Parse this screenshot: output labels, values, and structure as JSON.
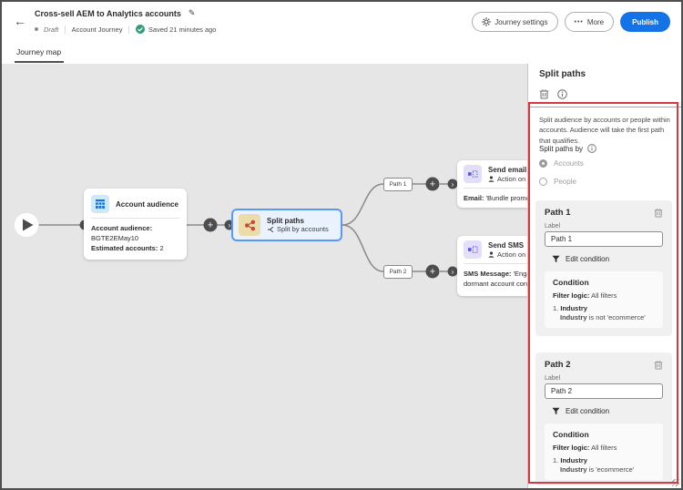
{
  "header": {
    "title": "Cross-sell AEM to Analytics accounts",
    "status": "Draft",
    "journey_type": "Account Journey",
    "saved_text": "Saved 21 minutes ago",
    "journey_settings_label": "Journey settings",
    "more_dots": "•••",
    "more_label": "More",
    "publish_label": "Publish"
  },
  "tabs": {
    "journey_map": "Journey map"
  },
  "canvas": {
    "account_node": {
      "title": "Account audience",
      "audience_label": "Account audience:",
      "audience_value": "BGTE2EMay10",
      "estimated_label": "Estimated accounts:",
      "estimated_value": "2"
    },
    "split_node": {
      "title": "Split paths",
      "subtitle": "Split by accounts"
    },
    "path1_pill": "Path 1",
    "path2_pill": "Path 2",
    "email_node": {
      "title": "Send email",
      "action_text": "Action on p",
      "detail_label": "Email:",
      "detail_value": "'Bundle promo"
    },
    "sms_node": {
      "title": "Send SMS",
      "action_text": "Action on p",
      "detail_label": "SMS Message:",
      "detail_value": "'Engag",
      "detail_line2": "dormant account con"
    }
  },
  "panel": {
    "title": "Split paths",
    "description": "Split audience by accounts or people within accounts. Audience will take the first path that qualifies.",
    "split_by_label": "Split paths by",
    "radios": [
      {
        "label": "Accounts"
      },
      {
        "label": "People"
      }
    ],
    "paths": [
      {
        "title": "Path 1",
        "label": "Label",
        "value": "Path 1",
        "edit_label": "Edit condition",
        "condition_title": "Condition",
        "logic_label": "Filter logic:",
        "logic_value": "All filters",
        "rule_num": "1.",
        "rule_name": "Industry",
        "rule_subject": "Industry",
        "rule_predicate": "is not 'ecommerce'"
      },
      {
        "title": "Path 2",
        "label": "Label",
        "value": "Path 2",
        "edit_label": "Edit condition",
        "condition_title": "Condition",
        "logic_label": "Filter logic:",
        "logic_value": "All filters",
        "rule_num": "1.",
        "rule_name": "Industry",
        "rule_subject": "Industry",
        "rule_predicate": "is 'ecommerce'"
      }
    ]
  },
  "colors": {
    "accent_blue": "#1473e6",
    "annotation_red": "#d7373f",
    "saved_green": "#2d9d78",
    "selected_node_border": "#579af5"
  }
}
